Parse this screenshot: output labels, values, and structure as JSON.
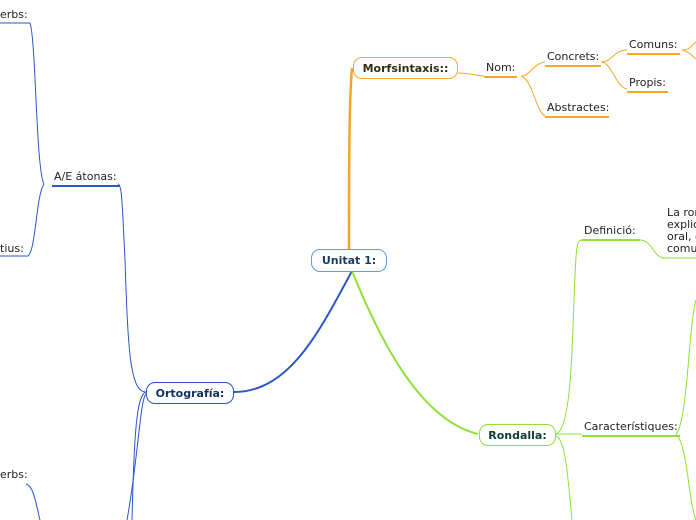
{
  "root": {
    "label": "Unitat 1:"
  },
  "morfsintaxis": {
    "label": "Morfsintaxis::",
    "nom": "Nom:",
    "concrets": "Concrets:",
    "comuns": "Comuns:",
    "propis": "Propis:",
    "abstractes": "Abstractes:"
  },
  "ortografia": {
    "label": "Ortografía:",
    "ae_atonas": "A/E átonas:",
    "verbs_top": "erbs:",
    "tius": "tius:",
    "verbs_bottom": "erbs:"
  },
  "rondalla": {
    "label": "Rondalla:",
    "definicio": "Definició:",
    "definicio_text": [
      "La ron",
      "explic",
      "oral, e",
      "comun"
    ],
    "caracteristiques": "Característiques:"
  },
  "colors": {
    "orange": "#f5a623",
    "blue": "#2a56c6",
    "green": "#8fe03a",
    "root_border": "#5b9bd5"
  }
}
